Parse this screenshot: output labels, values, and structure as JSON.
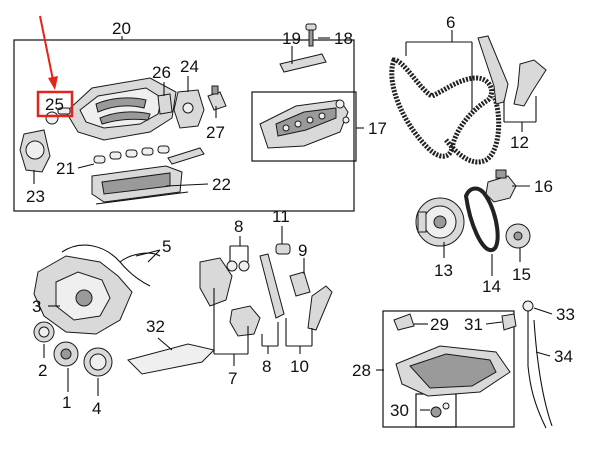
{
  "diagram": {
    "highlight_color": "#e3241b",
    "callouts": {
      "p1": "1",
      "p2": "2",
      "p3": "3",
      "p4": "4",
      "p5": "5",
      "p6": "6",
      "p7": "7",
      "p8a": "8",
      "p8b": "8",
      "p9": "9",
      "p10": "10",
      "p11": "11",
      "p12": "12",
      "p13": "13",
      "p14": "14",
      "p15": "15",
      "p16": "16",
      "p17": "17",
      "p18": "18",
      "p19": "19",
      "p20": "20",
      "p21": "21",
      "p22": "22",
      "p23": "23",
      "p24": "24",
      "p25": "25",
      "p26": "26",
      "p27": "27",
      "p28": "28",
      "p29": "29",
      "p30": "30",
      "p31": "31",
      "p32": "32",
      "p33": "33",
      "p34": "34"
    }
  }
}
